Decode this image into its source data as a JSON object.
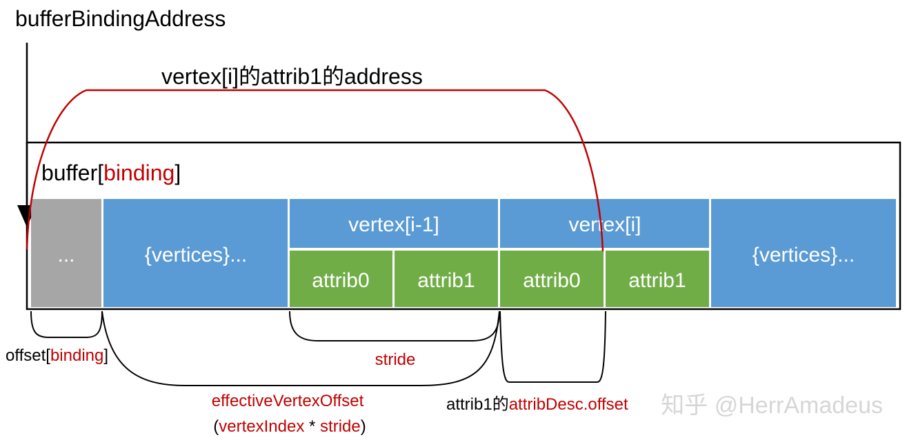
{
  "labels": {
    "buffer_binding_address": "bufferBindingAddress",
    "vertex_attrib_address": "vertex[i]的attrib1的address",
    "buffer_prefix": "buffer[",
    "buffer_binding_word": "binding",
    "buffer_suffix": "]",
    "offset_prefix": "offset[",
    "offset_binding_word": "binding",
    "offset_suffix": "]",
    "stride": "stride",
    "effective_vertex_offset": "effectiveVertexOffset",
    "formula_open": "(",
    "formula_vertex_index": "vertexIndex",
    "formula_times": " * ",
    "formula_stride": "stride",
    "formula_close": ")",
    "attrib_offset_prefix": "attrib1的",
    "attrib_offset_expr": "attribDesc.offset",
    "watermark": "知乎 @HerrAmadeus"
  },
  "blocks": {
    "padding": "...",
    "vertices_left": "{vertices}...",
    "vertex_prev": "vertex[i-1]",
    "vertex_prev_attrib0": "attrib0",
    "vertex_prev_attrib1": "attrib1",
    "vertex_curr": "vertex[i]",
    "vertex_curr_attrib0": "attrib0",
    "vertex_curr_attrib1": "attrib1",
    "vertices_right": "{vertices}..."
  },
  "colors": {
    "padding_block": "#a6a6a6",
    "vertex_block": "#5b9bd5",
    "attrib_block": "#70ad47",
    "highlight_text": "#c00000",
    "text": "#000000",
    "block_text": "#ffffff",
    "watermark": "#cfcfcf"
  }
}
